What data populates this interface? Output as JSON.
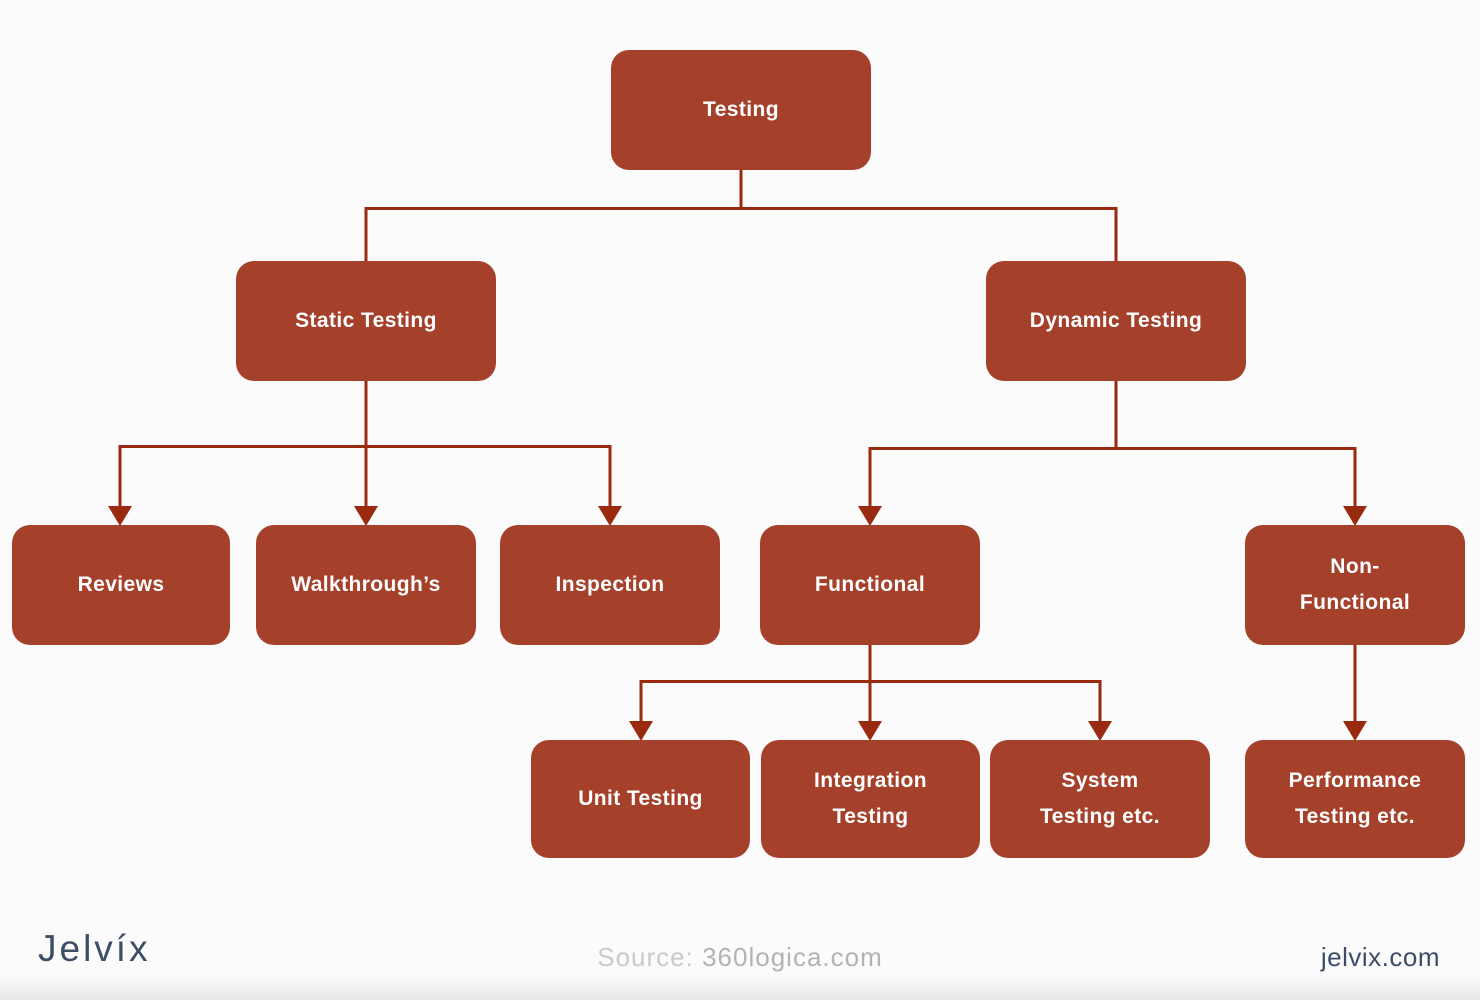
{
  "diagram": {
    "type": "flowchart",
    "nodes": {
      "testing": {
        "label": "Testing"
      },
      "static": {
        "label": "Static Testing"
      },
      "dynamic": {
        "label": "Dynamic Testing"
      },
      "reviews": {
        "label": "Reviews"
      },
      "walkthroughs": {
        "label": "Walkthrough’s"
      },
      "inspection": {
        "label": "Inspection"
      },
      "functional": {
        "label": "Functional"
      },
      "non_functional": {
        "label": "Non-\nFunctional"
      },
      "unit": {
        "label": "Unit Testing"
      },
      "integration": {
        "label": "Integration\nTesting"
      },
      "system": {
        "label": "System\nTesting etc."
      },
      "performance": {
        "label": "Performance\nTesting etc."
      }
    },
    "edges": [
      {
        "from": "testing",
        "to": "static"
      },
      {
        "from": "testing",
        "to": "dynamic"
      },
      {
        "from": "static",
        "to": "reviews"
      },
      {
        "from": "static",
        "to": "walkthroughs"
      },
      {
        "from": "static",
        "to": "inspection"
      },
      {
        "from": "dynamic",
        "to": "functional"
      },
      {
        "from": "dynamic",
        "to": "non_functional"
      },
      {
        "from": "functional",
        "to": "unit"
      },
      {
        "from": "functional",
        "to": "integration"
      },
      {
        "from": "functional",
        "to": "system"
      },
      {
        "from": "non_functional",
        "to": "performance"
      }
    ]
  },
  "footer": {
    "logo": "Jelvíx",
    "source_label": "Source:",
    "source_value": "360logica.com",
    "site": "jelvix.com"
  },
  "colors": {
    "node_fill": "#A5402B",
    "node_text": "#FFFFFF",
    "connector": "#9A2A0F",
    "brand": "#3E4D66",
    "muted": "#BFBFBF"
  }
}
